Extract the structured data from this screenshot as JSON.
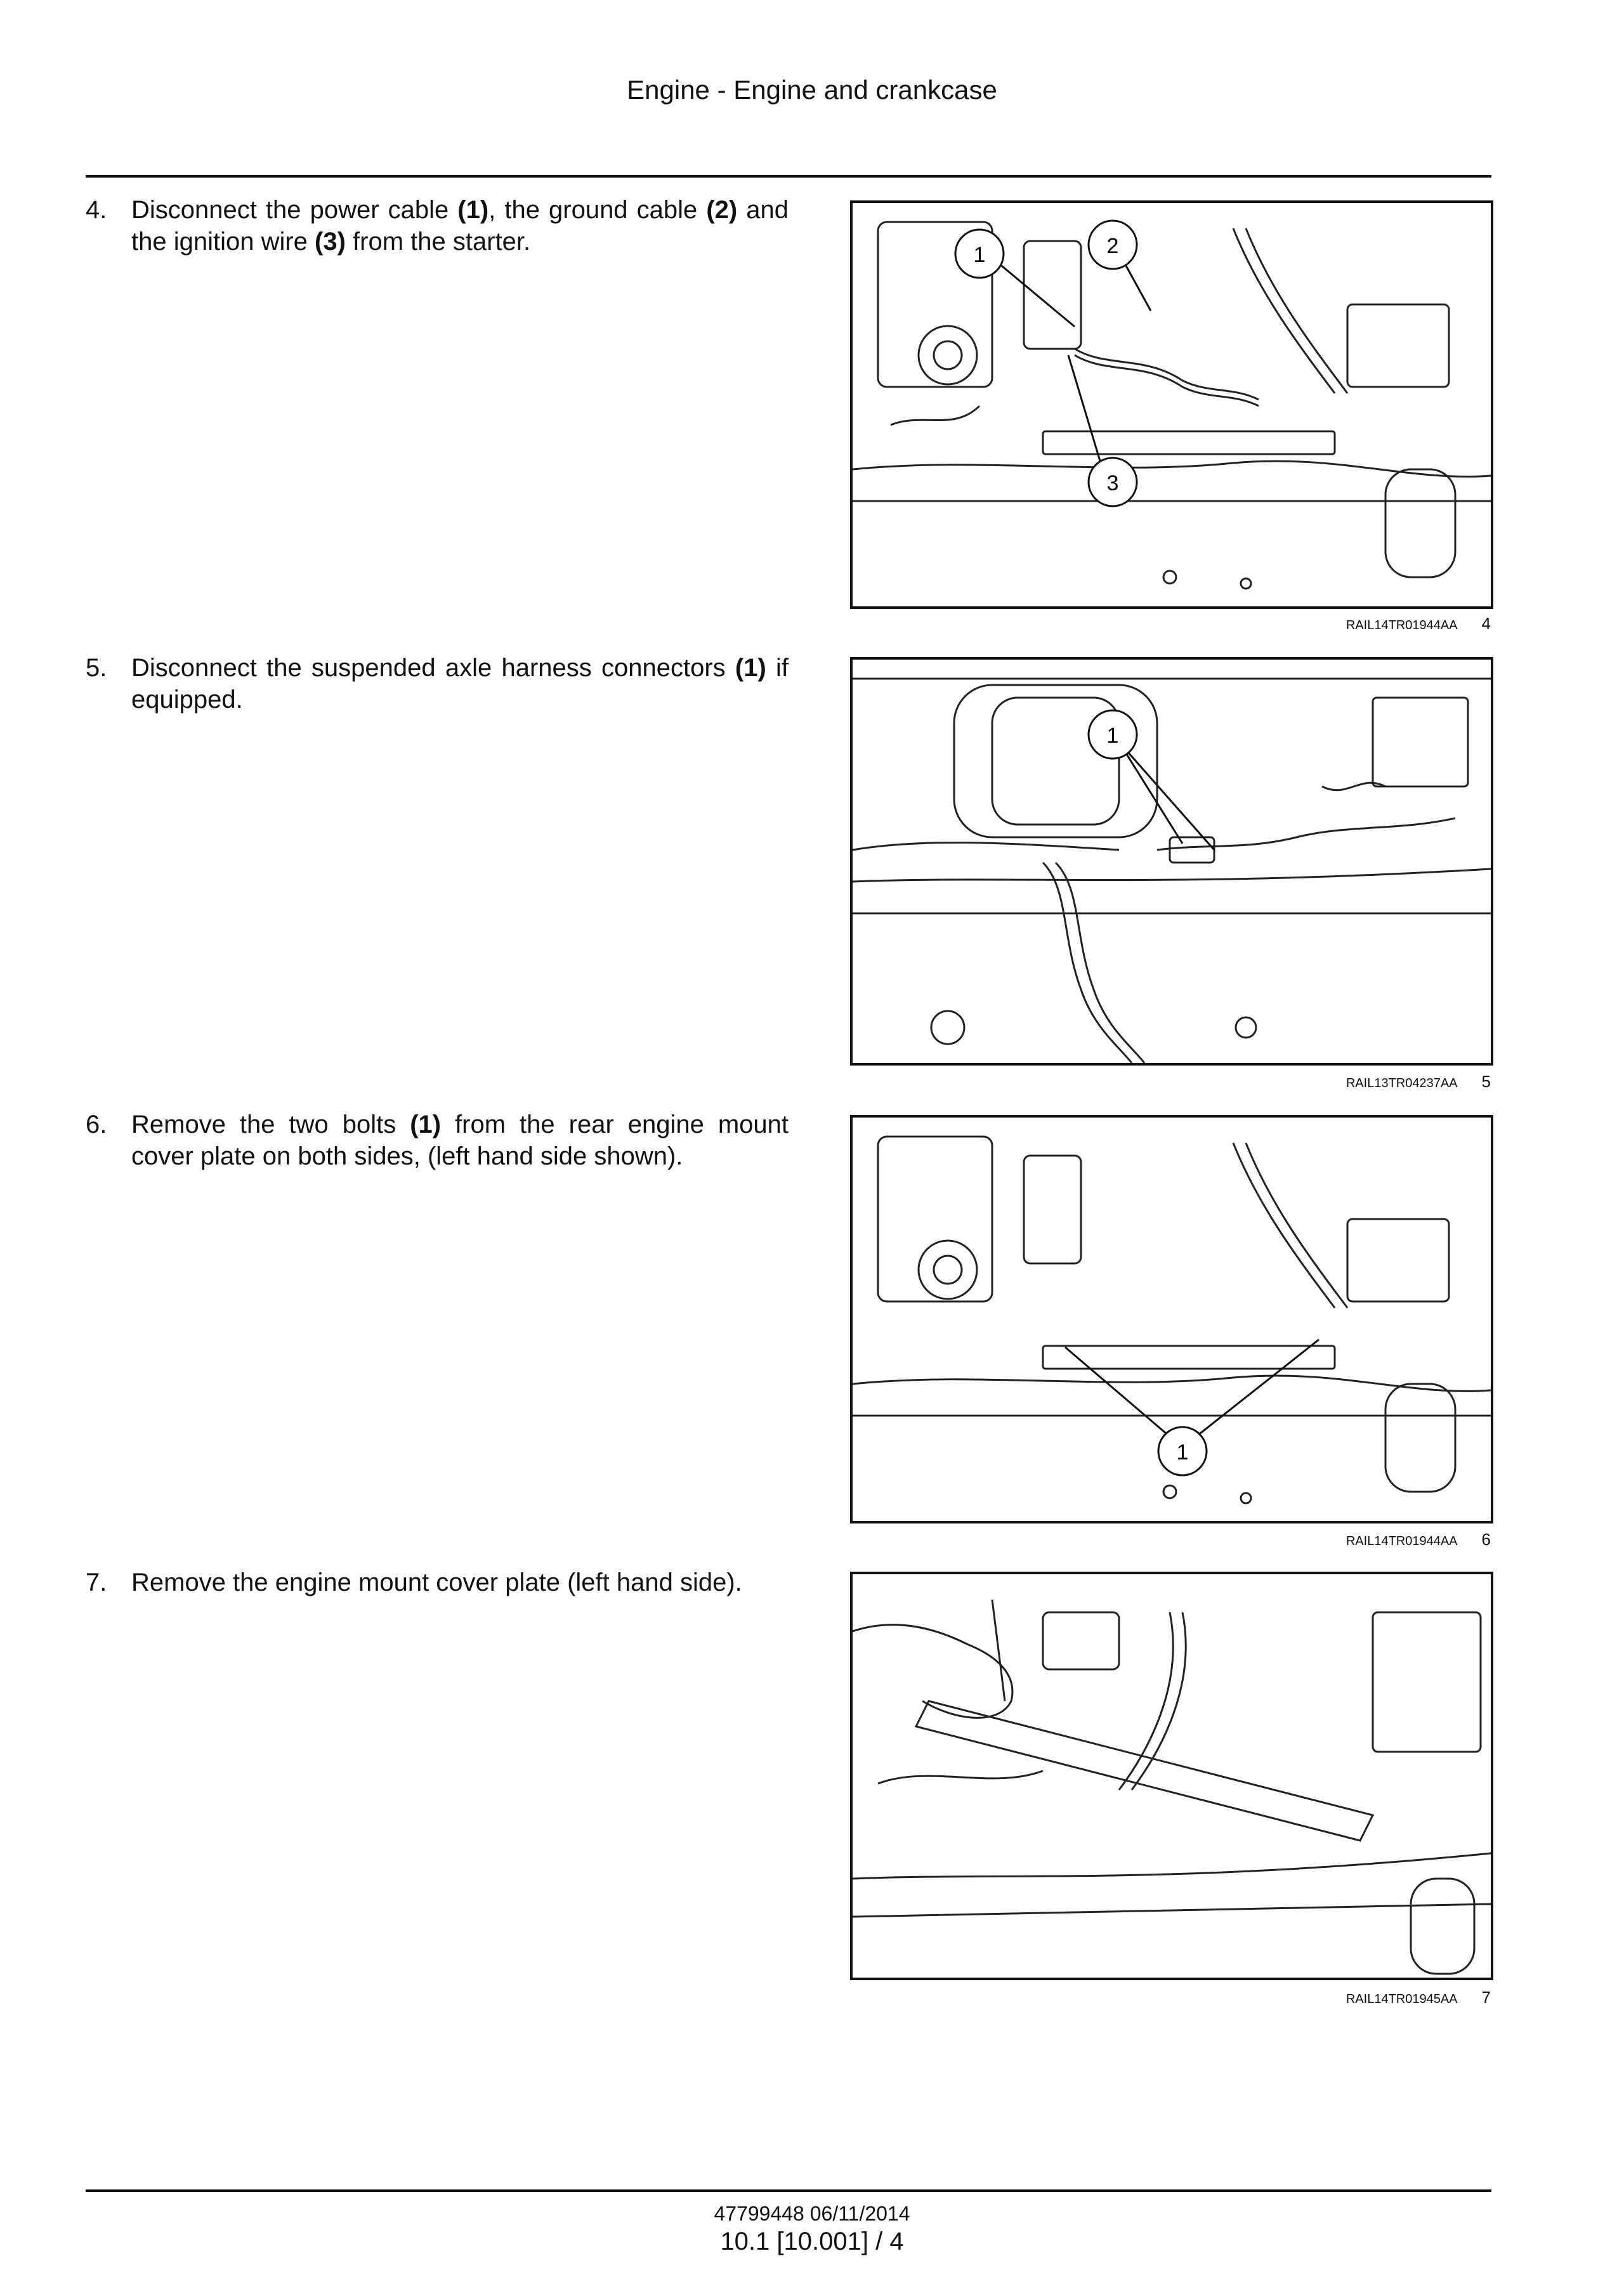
{
  "header": {
    "title": "Engine - Engine and crankcase"
  },
  "steps": [
    {
      "number": "4.",
      "parts": [
        {
          "t": "Disconnect the power cable ",
          "b": false
        },
        {
          "t": "(1)",
          "b": true
        },
        {
          "t": ", the ground cable ",
          "b": false
        },
        {
          "t": "(2)",
          "b": true
        },
        {
          "t": " and the ignition wire ",
          "b": false
        },
        {
          "t": "(3)",
          "b": true
        },
        {
          "t": " from the starter.",
          "b": false
        }
      ],
      "figure": {
        "callouts": [
          "1",
          "2",
          "3"
        ],
        "id": "RAIL14TR01944AA",
        "number": "4"
      }
    },
    {
      "number": "5.",
      "parts": [
        {
          "t": "Disconnect the suspended axle harness connectors ",
          "b": false
        },
        {
          "t": "(1)",
          "b": true
        },
        {
          "t": " if equipped.",
          "b": false
        }
      ],
      "figure": {
        "callouts": [
          "1"
        ],
        "id": "RAIL13TR04237AA",
        "number": "5"
      }
    },
    {
      "number": "6.",
      "parts": [
        {
          "t": "Remove the two bolts ",
          "b": false
        },
        {
          "t": "(1)",
          "b": true
        },
        {
          "t": " from the rear engine mount cover plate on both sides, (left hand side shown).",
          "b": false
        }
      ],
      "figure": {
        "callouts": [
          "1"
        ],
        "id": "RAIL14TR01944AA",
        "number": "6"
      }
    },
    {
      "number": "7.",
      "parts": [
        {
          "t": "Remove the engine mount cover plate (left hand side).",
          "b": false
        }
      ],
      "figure": {
        "callouts": [],
        "id": "RAIL14TR01945AA",
        "number": "7"
      }
    }
  ],
  "footer": {
    "doc_ref": "47799448 06/11/2014",
    "page_ref": "10.1 [10.001] / 4"
  }
}
